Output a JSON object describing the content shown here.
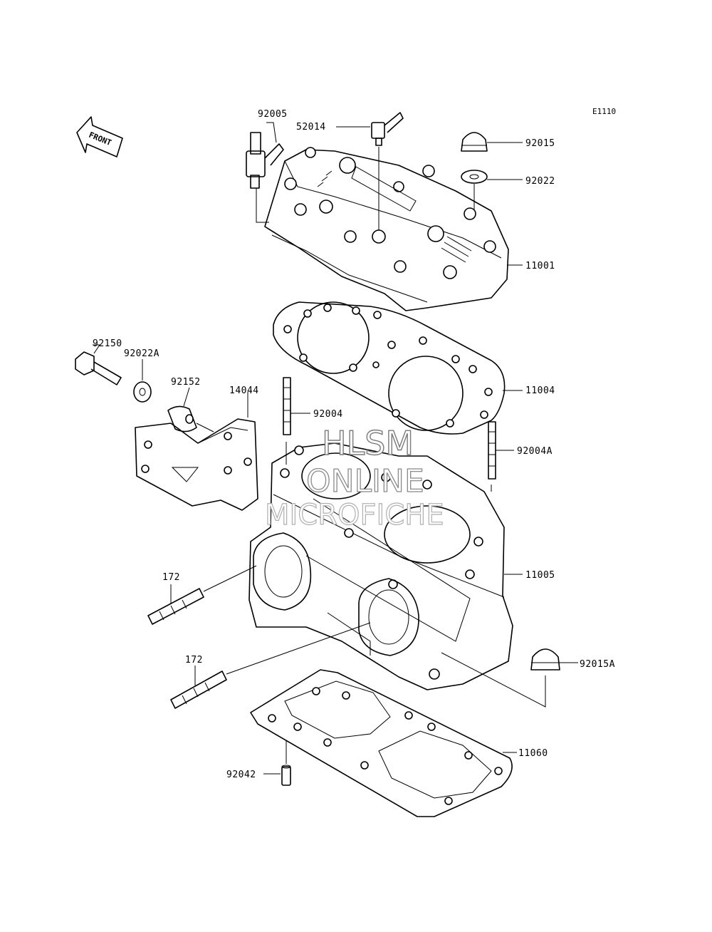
{
  "diagram": {
    "code": "E1110",
    "front_label": "FRONT",
    "watermark": [
      "HLSM",
      "ONLINE",
      "MICROFICHE"
    ],
    "parts": [
      {
        "id": "p92005",
        "number": "92005"
      },
      {
        "id": "p52014",
        "number": "52014"
      },
      {
        "id": "p92015",
        "number": "92015"
      },
      {
        "id": "p92022",
        "number": "92022"
      },
      {
        "id": "p11001",
        "number": "11001"
      },
      {
        "id": "p11004",
        "number": "11004"
      },
      {
        "id": "p92150",
        "number": "92150"
      },
      {
        "id": "p92022A",
        "number": "92022A"
      },
      {
        "id": "p92152",
        "number": "92152"
      },
      {
        "id": "p14044",
        "number": "14044"
      },
      {
        "id": "p92004",
        "number": "92004"
      },
      {
        "id": "p92004A",
        "number": "92004A"
      },
      {
        "id": "p172a",
        "number": "172"
      },
      {
        "id": "p11005",
        "number": "11005"
      },
      {
        "id": "p172b",
        "number": "172"
      },
      {
        "id": "p92015A",
        "number": "92015A"
      },
      {
        "id": "p11060",
        "number": "11060"
      },
      {
        "id": "p92042",
        "number": "92042"
      }
    ]
  }
}
